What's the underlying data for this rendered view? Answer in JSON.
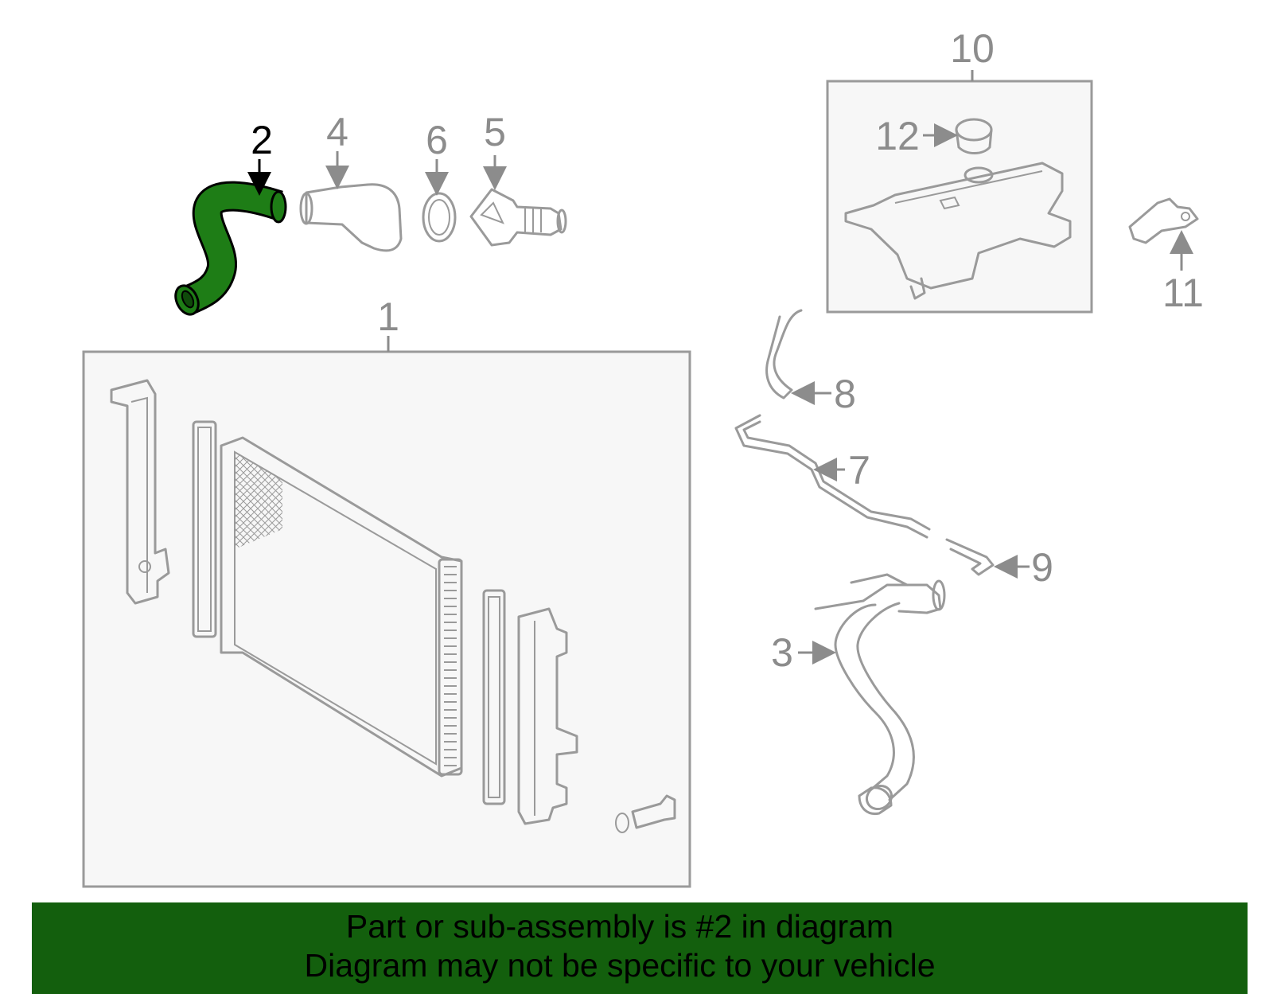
{
  "callouts": {
    "c1": "1",
    "c2": "2",
    "c3": "3",
    "c4": "4",
    "c5": "5",
    "c6": "6",
    "c7": "7",
    "c8": "8",
    "c9": "9",
    "c10": "10",
    "c11": "11",
    "c12": "12"
  },
  "colors": {
    "highlight": "#1e7d16",
    "banner": "#135f0d",
    "line": "#9a9a9a",
    "panel": "#f7f7f7"
  },
  "banner": {
    "line1": "Part or sub-assembly is #2 in diagram",
    "line2": "Diagram may not be specific to your vehicle"
  }
}
